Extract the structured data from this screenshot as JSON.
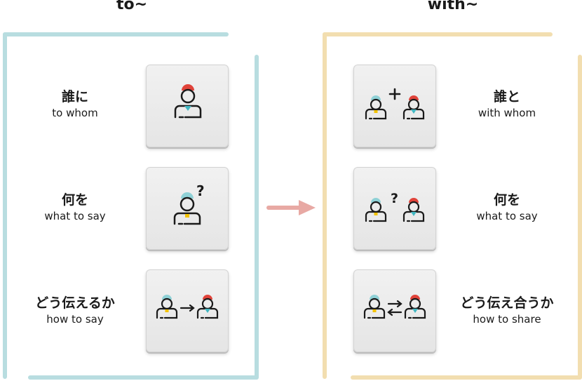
{
  "columns": {
    "left": {
      "title": "to~",
      "rows": [
        {
          "jp": "誰に",
          "en": "to whom",
          "icon": "person-icon"
        },
        {
          "jp": "何を",
          "en": "what to say",
          "icon": "person-question-icon"
        },
        {
          "jp": "どう伝えるか",
          "en": "how to say",
          "icon": "person-to-person-icon"
        }
      ]
    },
    "right": {
      "title": "with~",
      "rows": [
        {
          "jp": "誰と",
          "en": "with whom",
          "icon": "person-plus-person-icon"
        },
        {
          "jp": "何を",
          "en": "what to say",
          "icon": "person-question-person-icon"
        },
        {
          "jp": "どう伝え合うか",
          "en": "how to share",
          "icon": "person-exchange-person-icon"
        }
      ]
    }
  },
  "colors": {
    "left_frame": "#b8dde0",
    "right_frame": "#f2deb0",
    "arrow": "#e8a9a4",
    "head_red": "#e0433a",
    "head_blue": "#8fd1d6",
    "collar_teal": "#41b7c2",
    "collar_yellow": "#f2c200"
  }
}
